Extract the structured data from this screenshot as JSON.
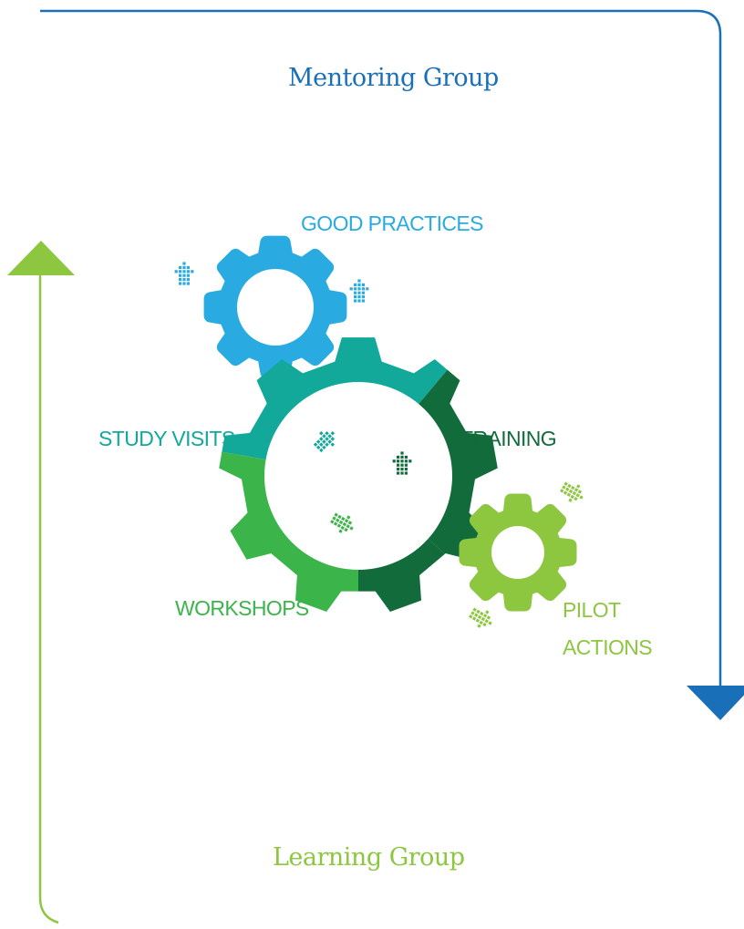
{
  "groups": {
    "mentoring": "Mentoring Group",
    "learning": "Learning Group"
  },
  "labels": {
    "good_practices": "GOOD PRACTICES",
    "study_visits": "STUDY VISITS",
    "training": "TRAINING",
    "workshops": "WORKSHOPS",
    "pilot": "PILOT",
    "actions": "ACTIONS"
  },
  "colors": {
    "mentoring_blue": "#1a70b8",
    "learning_green": "#8dc63f",
    "good_practices_blue": "#29abe2",
    "study_visits_teal": "#12a89a",
    "training_dark_green": "#116b3a",
    "workshops_green": "#3bb44a",
    "pilot_lime": "#8dc63f"
  }
}
